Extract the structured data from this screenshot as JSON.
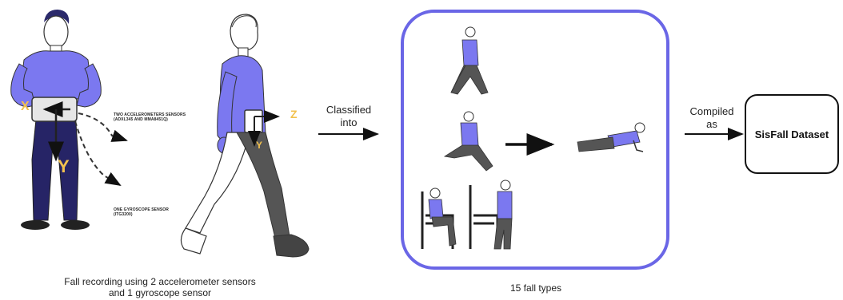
{
  "left_panel": {
    "caption_line1": "Fall recording using 2 accelerometer sensors",
    "caption_line2": "and 1 gyroscope sensor",
    "accel_label_line1": "TWO ACCELEROMETERS SENSORS",
    "accel_label_line2": "(ADXL345 AND MMA8451Q)",
    "gyro_label_line1": "ONE GYROSCOPE SENSOR",
    "gyro_label_line2": "(ITG3200)",
    "axes_front": {
      "x": "X",
      "y": "Y"
    },
    "axes_side": {
      "z": "Z",
      "y": "Y"
    }
  },
  "arrow1_label": {
    "line1": "Classified",
    "line2": "into"
  },
  "middle_panel": {
    "caption": "15 fall types"
  },
  "arrow2_label": {
    "line1": "Compiled",
    "line2": "as"
  },
  "dataset_box": {
    "label": "SisFall Dataset"
  },
  "colors": {
    "shirt": "#7b78f0",
    "pants_navy": "#262466",
    "pants_gray": "#555555",
    "panel_border": "#6a66e6",
    "axis_yellow": "#f2c14e"
  }
}
